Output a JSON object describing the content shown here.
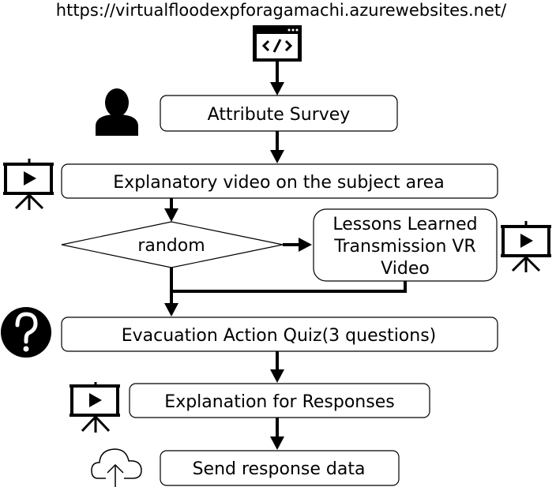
{
  "url": "https://virtualfloodexpforagamachi.azurewebsites.net/",
  "steps": {
    "attribute_survey": "Attribute Survey",
    "explanatory_video": "Explanatory video on the subject area",
    "random": "random",
    "vr_video": [
      "Lessons Learned",
      "Transmission VR",
      "Video"
    ],
    "quiz": "Evacuation Action Quiz(3 questions)",
    "explanation": "Explanation for Responses",
    "send": "Send response data"
  },
  "icons": {
    "web": "web-code-icon",
    "person": "person-icon",
    "video": "presentation-video-icon",
    "question": "question-icon",
    "upload": "cloud-upload-icon"
  }
}
